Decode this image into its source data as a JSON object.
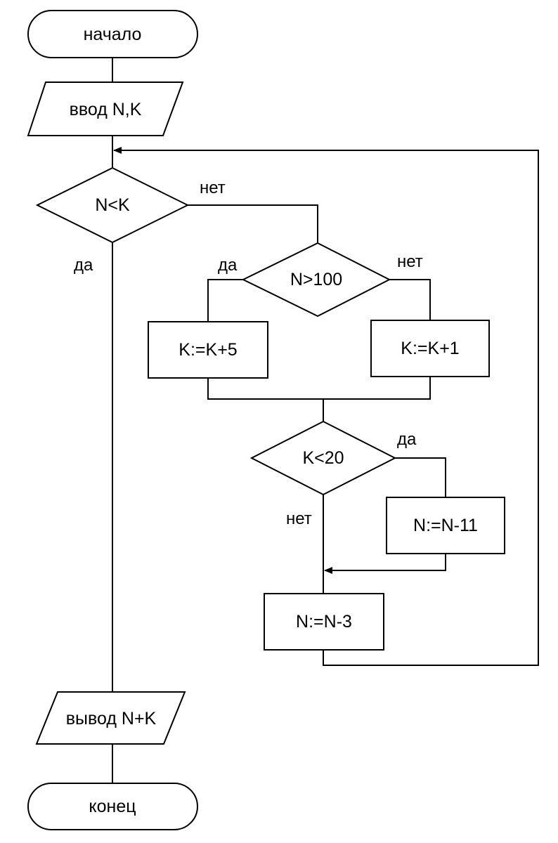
{
  "flowchart": {
    "start": "начало",
    "input": "ввод N,K",
    "cond_n_lt_k": "N<K",
    "cond_n_gt_100": "N>100",
    "assign_k_plus_5": "K:=K+5",
    "assign_k_plus_1": "K:=K+1",
    "cond_k_lt_20": "K<20",
    "assign_n_minus_11": "N:=N-11",
    "assign_n_minus_3": "N:=N-3",
    "output": "вывод N+K",
    "end": "конец"
  },
  "branch_labels": {
    "n_lt_k_no": "нет",
    "n_lt_k_yes": "да",
    "n_gt_100_yes": "да",
    "n_gt_100_no": "нет",
    "k_lt_20_yes": "да",
    "k_lt_20_no": "нет"
  },
  "colors": {
    "stroke": "#000000",
    "background": "#ffffff"
  }
}
